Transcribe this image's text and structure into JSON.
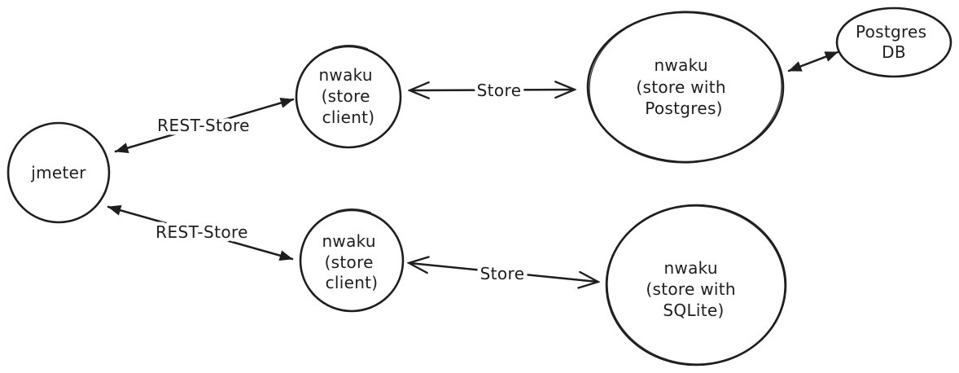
{
  "canvas": {
    "background_color": "#ffffff",
    "ink_color": "#1e1e1e",
    "style": "hand-drawn sketch"
  },
  "diagram": {
    "nodes": [
      {
        "id": "jmeter",
        "shape": "circle",
        "lines": [
          "jmeter"
        ]
      },
      {
        "id": "nwaku-store-client-top",
        "shape": "circle",
        "lines": [
          "nwaku",
          "(store",
          "client)"
        ]
      },
      {
        "id": "nwaku-store-with-postgres",
        "shape": "ellipse",
        "lines": [
          "nwaku",
          "(store with",
          "Postgres)"
        ]
      },
      {
        "id": "postgres-db",
        "shape": "ellipse",
        "lines": [
          "Postgres",
          "DB"
        ]
      },
      {
        "id": "nwaku-store-client-bottom",
        "shape": "circle",
        "lines": [
          "nwaku",
          "(store",
          "client)"
        ]
      },
      {
        "id": "nwaku-store-with-sqlite",
        "shape": "circle",
        "lines": [
          "nwaku",
          "(store with",
          "SQLite)"
        ]
      }
    ],
    "edges": [
      {
        "id": "rest-store-top",
        "label": "REST-Store",
        "from": "jmeter",
        "to": "nwaku-store-client-top",
        "bidirectional": true,
        "arrowhead": "filled"
      },
      {
        "id": "store-top",
        "label": "Store",
        "from": "nwaku-store-client-top",
        "to": "nwaku-store-with-postgres",
        "bidirectional": true,
        "arrowhead": "open"
      },
      {
        "id": "nwaku-postgres-db-link",
        "label": "",
        "from": "nwaku-store-with-postgres",
        "to": "postgres-db",
        "bidirectional": true,
        "arrowhead": "filled"
      },
      {
        "id": "rest-store-bottom",
        "label": "REST-Store",
        "from": "jmeter",
        "to": "nwaku-store-client-bottom",
        "bidirectional": true,
        "arrowhead": "filled"
      },
      {
        "id": "store-bottom",
        "label": "Store",
        "from": "nwaku-store-client-bottom",
        "to": "nwaku-store-with-sqlite",
        "bidirectional": true,
        "arrowhead": "open"
      }
    ]
  }
}
